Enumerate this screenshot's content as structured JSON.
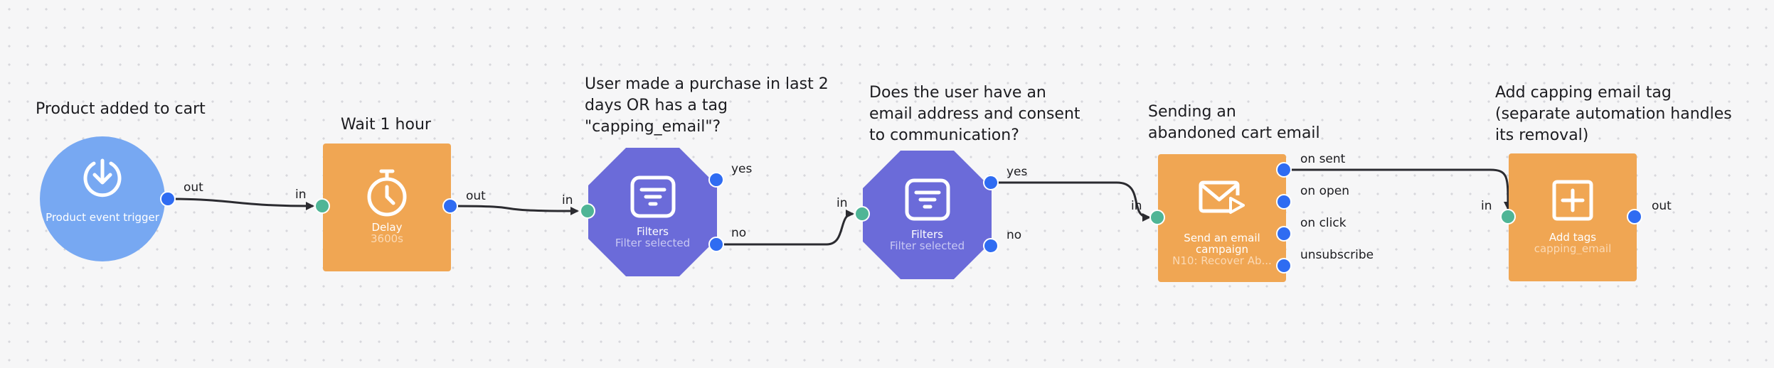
{
  "colors": {
    "trigger": "#77a8f2",
    "action": "#f0a653",
    "filter": "#6b6bd9",
    "port_out": "#2f6cf2",
    "port_in": "#4fb596",
    "edge": "#2b2b30"
  },
  "captions": {
    "trigger": [
      "Product added to cart"
    ],
    "delay": [
      "Wait 1 hour"
    ],
    "filter1": [
      "User made a purchase in last 2",
      "days OR has a tag",
      "\"capping_email\"?"
    ],
    "filter2": [
      "Does the user have an",
      "email address and consent",
      "to communication?"
    ],
    "email": [
      "Sending an",
      "abandoned cart email"
    ],
    "tags": [
      "Add capping email tag",
      "(separate automation handles",
      "its removal)"
    ]
  },
  "nodes": {
    "trigger": {
      "title": "Product event trigger",
      "icon": "download-icon"
    },
    "delay": {
      "title": "Delay",
      "subtitle": "3600s",
      "icon": "stopwatch-icon"
    },
    "filter1": {
      "title": "Filters",
      "subtitle": "Filter selected",
      "icon": "filter-icon"
    },
    "filter2": {
      "title": "Filters",
      "subtitle": "Filter selected",
      "icon": "filter-icon"
    },
    "email": {
      "title": "Send an email campaign",
      "subtitle": "N10: Recover Ab...",
      "icon": "email-send-icon"
    },
    "tags": {
      "title": "Add tags",
      "subtitle": "capping_email",
      "icon": "add-tag-icon"
    }
  },
  "ports": {
    "in": "in",
    "out": "out",
    "yes": "yes",
    "no": "no",
    "on_sent": "on sent",
    "on_open": "on open",
    "on_click": "on click",
    "unsubscribe": "unsubscribe"
  }
}
